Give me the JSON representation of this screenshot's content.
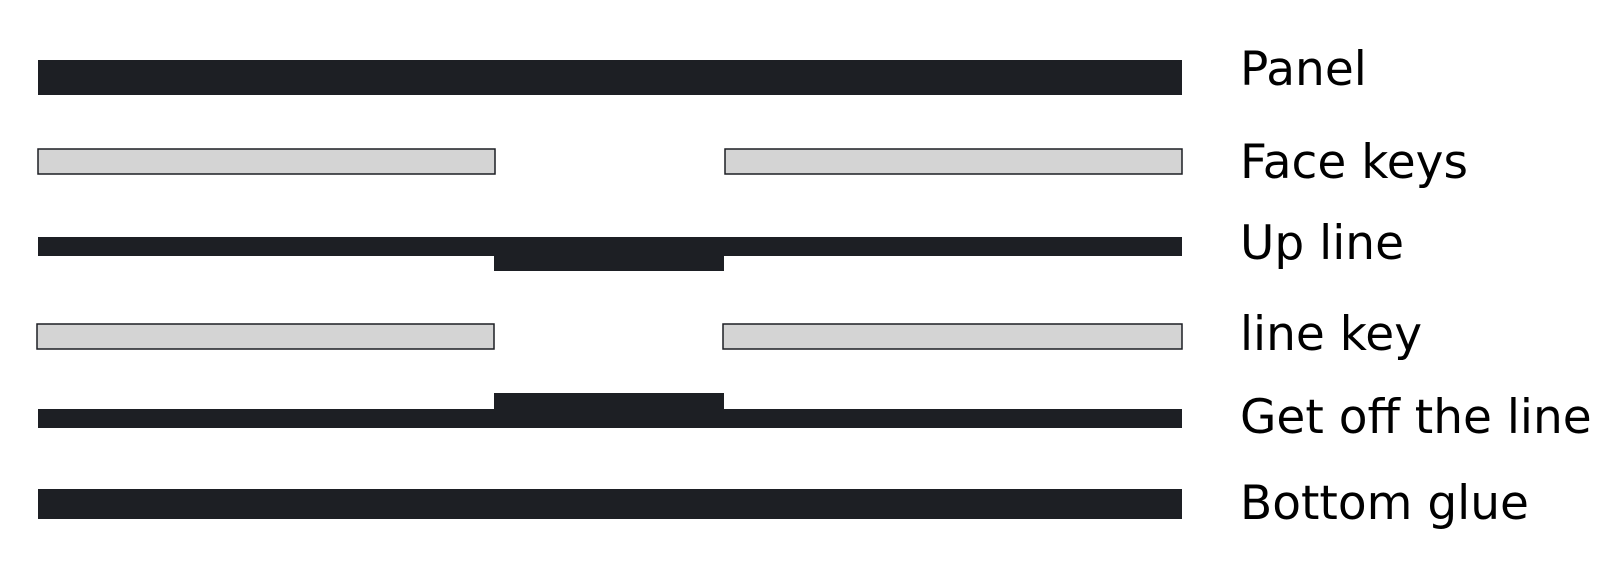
{
  "colors": {
    "dark_layer": "#1d1f24",
    "light_layer": "#d4d4d4",
    "outline": "#1d1f24"
  },
  "layers": [
    {
      "label": "Panel",
      "style": "dark"
    },
    {
      "label": "Face keys",
      "style": "light-split"
    },
    {
      "label": "Up line",
      "style": "dark-bump-down"
    },
    {
      "label": "line key",
      "style": "light-split"
    },
    {
      "label": "Get off the line",
      "style": "dark-bump-up"
    },
    {
      "label": "Bottom glue",
      "style": "dark"
    }
  ]
}
